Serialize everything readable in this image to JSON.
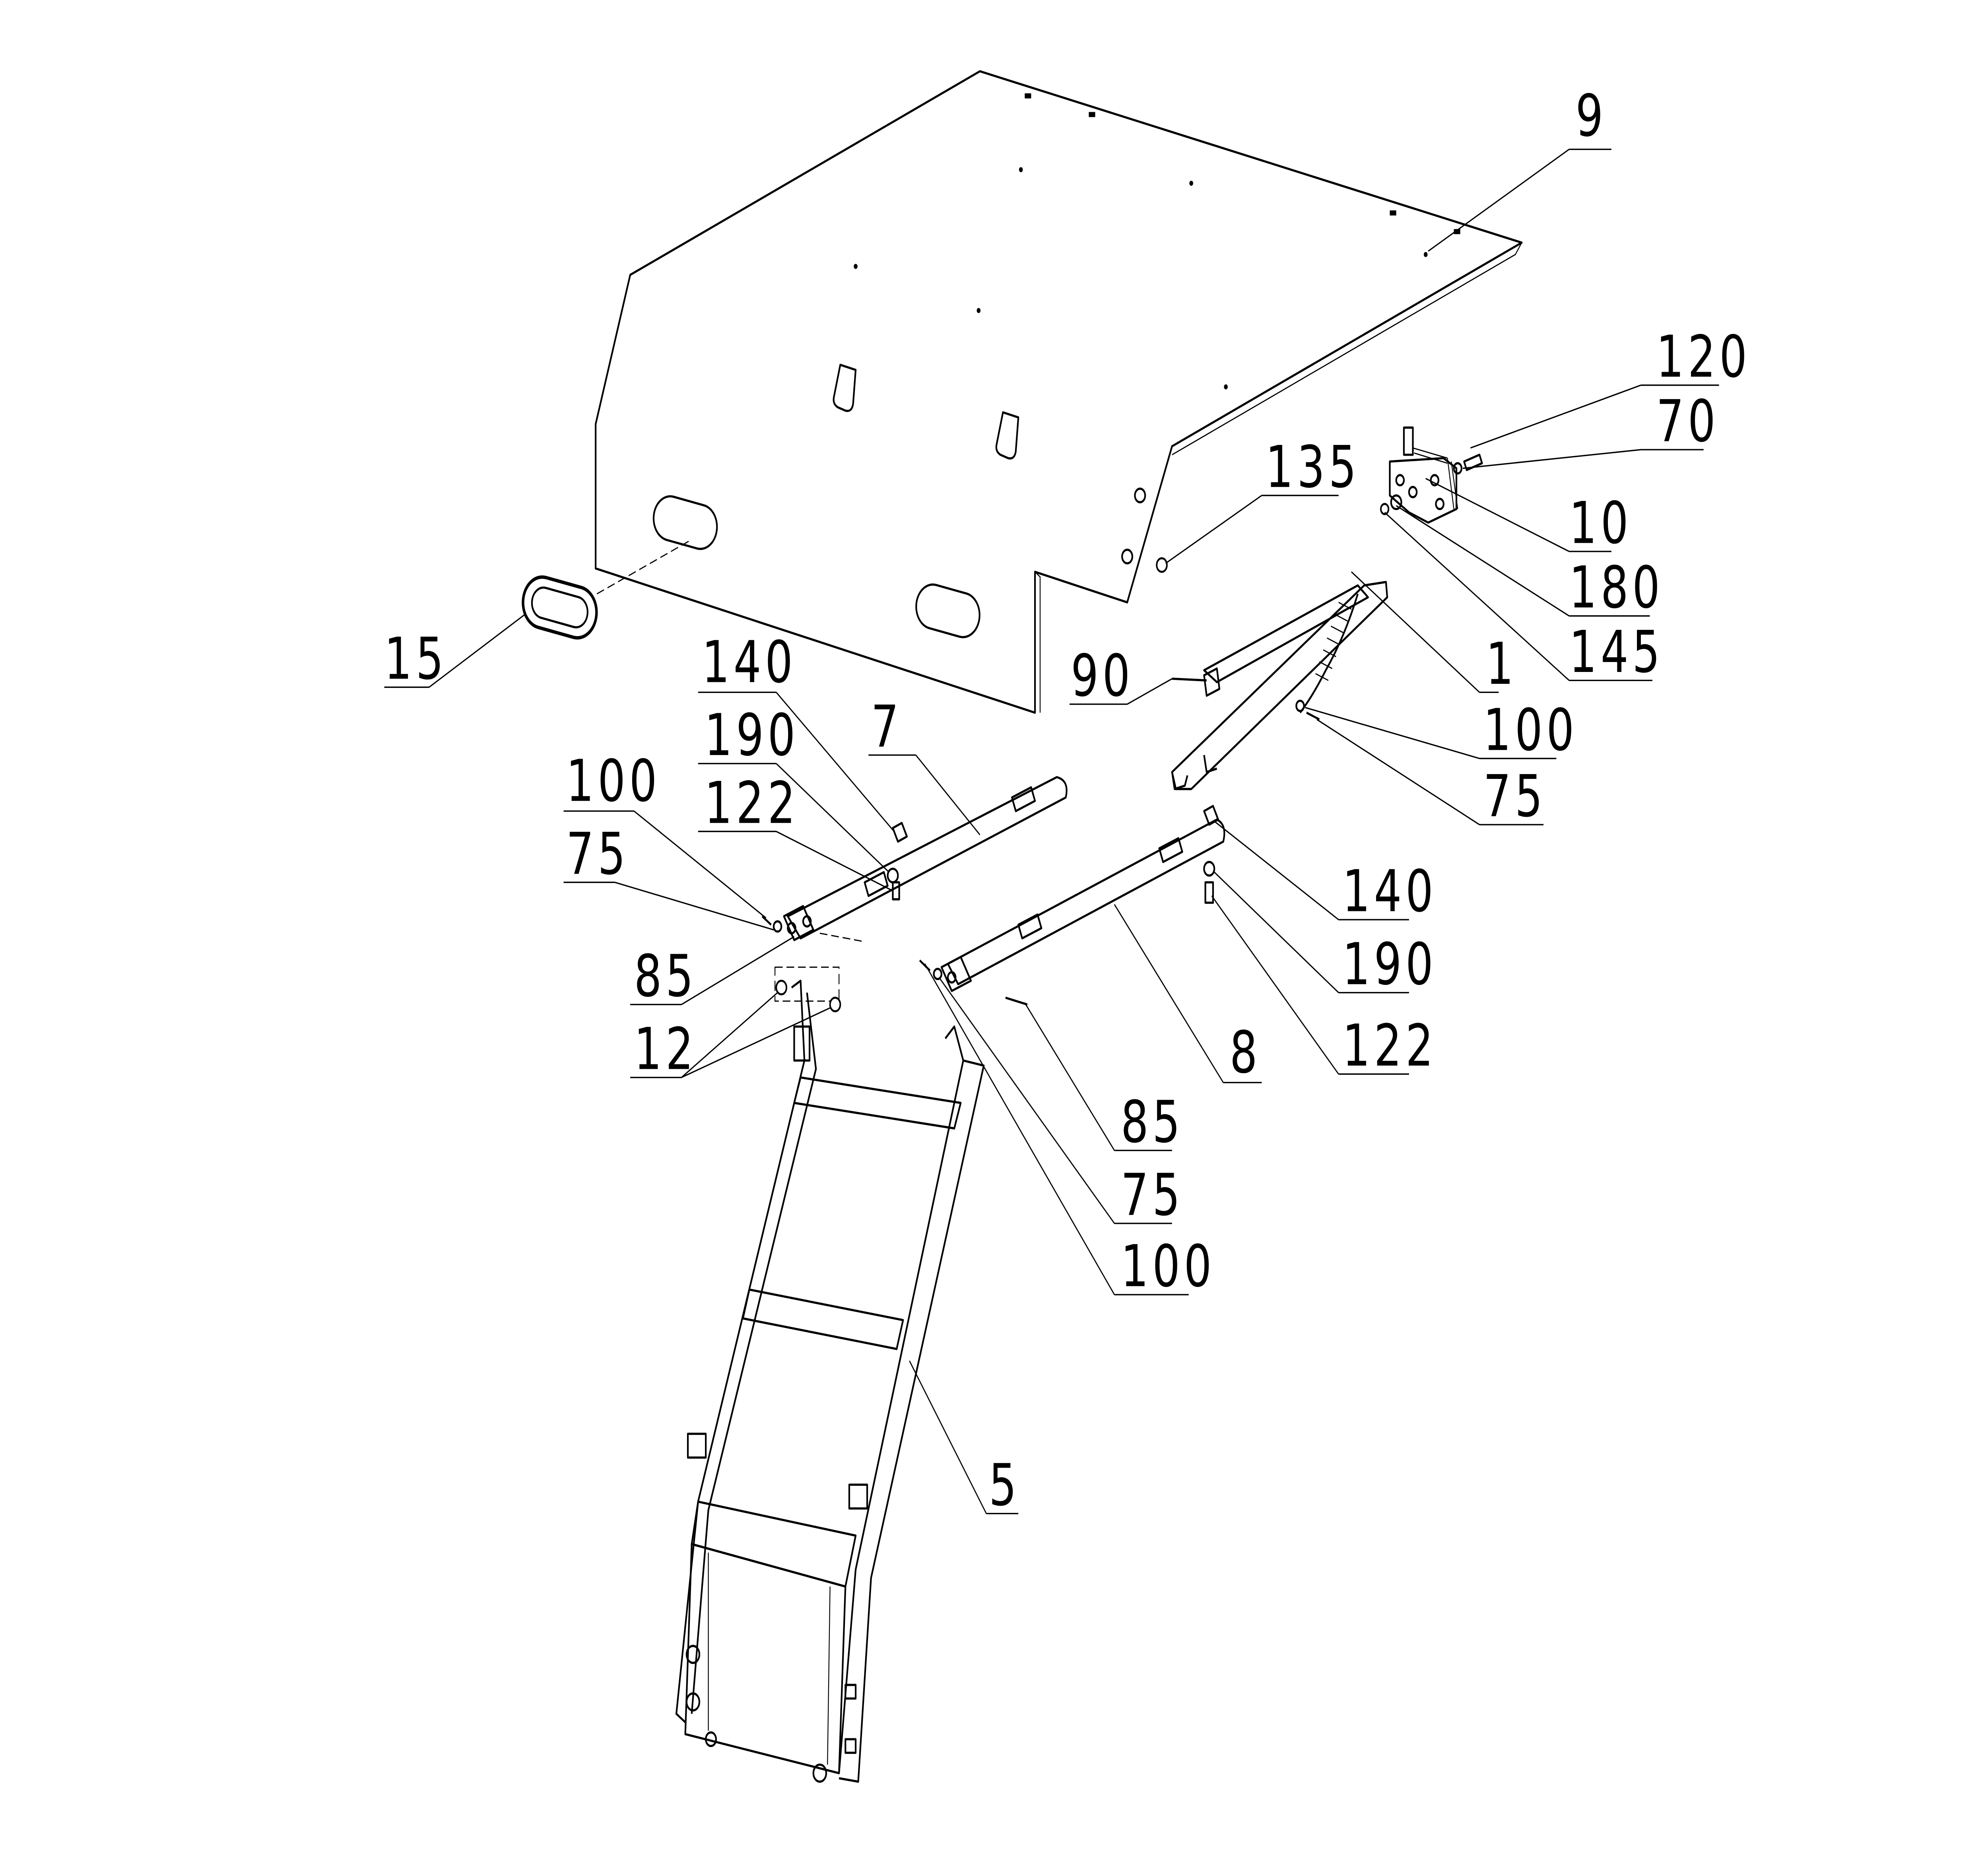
{
  "diagram": {
    "type": "exploded parts diagram",
    "callouts": {
      "c9": "9",
      "c120": "120",
      "c70": "70",
      "c10": "10",
      "c180": "180",
      "c145": "145",
      "c135": "135",
      "c15": "15",
      "c90": "90",
      "c1": "1",
      "c100_right": "100",
      "c75_right": "75",
      "c140_left": "140",
      "c190_left": "190",
      "c7": "7",
      "c122_left": "122",
      "c100_left": "100",
      "c75_left": "75",
      "c85_left": "85",
      "c12": "12",
      "c140_right": "140",
      "c190_right": "190",
      "c122_right": "122",
      "c8": "8",
      "c85_center": "85",
      "c75_center": "75",
      "c100_center": "100",
      "c5": "5"
    }
  }
}
